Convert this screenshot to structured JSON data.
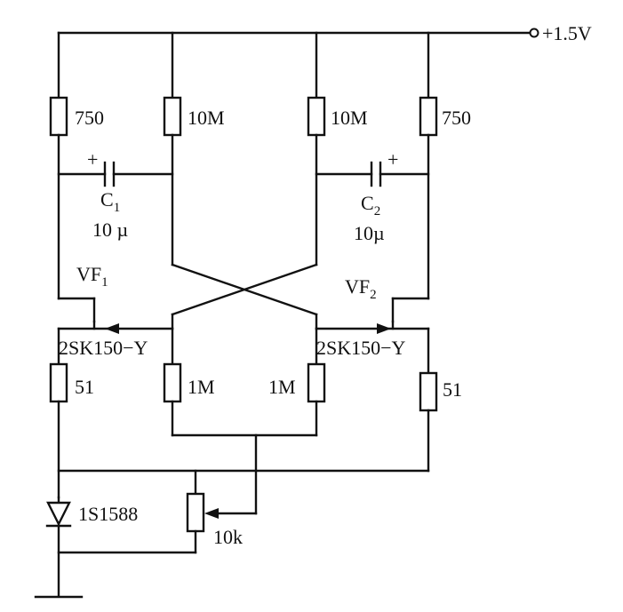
{
  "supply": {
    "label": "+1.5V"
  },
  "resistors": {
    "r_load_left": "750",
    "r_bias_left": "10M",
    "r_bias_right": "10M",
    "r_load_right": "750",
    "r_gate_left": "1M",
    "r_gate_right": "1M",
    "r_source_left": "51",
    "r_source_right": "51"
  },
  "capacitors": {
    "c1": {
      "name": "C",
      "sub": "1",
      "value": "10 µ",
      "polarity": "+"
    },
    "c2": {
      "name": "C",
      "sub": "2",
      "value": "10µ",
      "polarity": "+"
    }
  },
  "transistors": {
    "vf1": {
      "name": "VF",
      "sub": "1",
      "part": "2SK150−Y"
    },
    "vf2": {
      "name": "VF",
      "sub": "2",
      "part": "2SK150−Y"
    }
  },
  "diode": {
    "label": "1S1588"
  },
  "potentiometer": {
    "label": "10k"
  }
}
